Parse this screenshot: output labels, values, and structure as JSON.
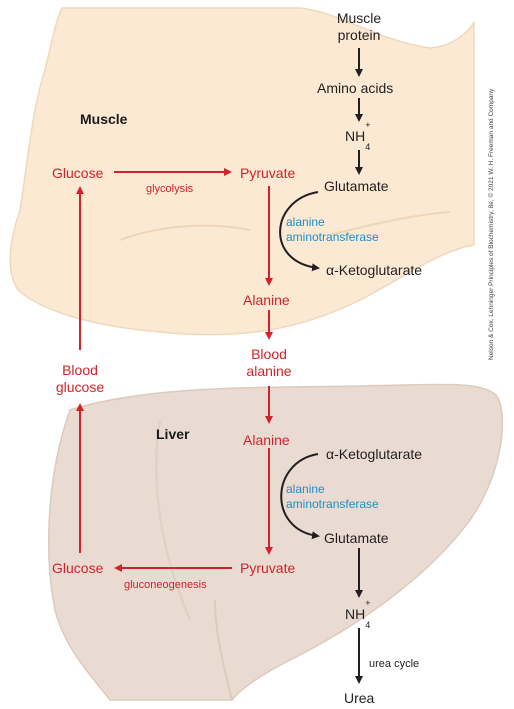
{
  "regions": {
    "muscle": "Muscle",
    "liver": "Liver"
  },
  "muscle_path": {
    "muscle_protein": [
      "Muscle",
      "protein"
    ],
    "amino_acids": "Amino acids",
    "nh4_base": "NH",
    "nh4_sub": "4",
    "nh4_sup": "+",
    "glutamate": "Glutamate",
    "enzyme": [
      "alanine",
      "aminotransferase"
    ],
    "alpha_ketoglutarate": "α-Ketoglutarate"
  },
  "red_path": {
    "glucose_muscle": "Glucose",
    "glycolysis": "glycolysis",
    "pyruvate_muscle": "Pyruvate",
    "alanine_muscle": "Alanine",
    "blood_alanine": [
      "Blood",
      "alanine"
    ],
    "blood_glucose": [
      "Blood",
      "glucose"
    ],
    "alanine_liver": "Alanine",
    "pyruvate_liver": "Pyruvate",
    "gluconeogenesis": "gluconeogenesis",
    "glucose_liver": "Glucose"
  },
  "liver_path": {
    "alpha_ketoglutarate": "α-Ketoglutarate",
    "enzyme": [
      "alanine",
      "aminotransferase"
    ],
    "glutamate": "Glutamate",
    "nh4_base": "NH",
    "nh4_sub": "4",
    "nh4_sup": "+",
    "urea_cycle": "urea cycle",
    "urea": "Urea"
  },
  "credit": "Nelson & Cox, Lehninger Principles of Biochemistry, 8e, © 2021 W. H. Freeman and Company",
  "colors": {
    "red": "#d2232a",
    "black": "#231f20",
    "blue": "#1a8fc9",
    "muscle_fill": "#fbe9d3",
    "liver_fill": "#eadbd2"
  }
}
